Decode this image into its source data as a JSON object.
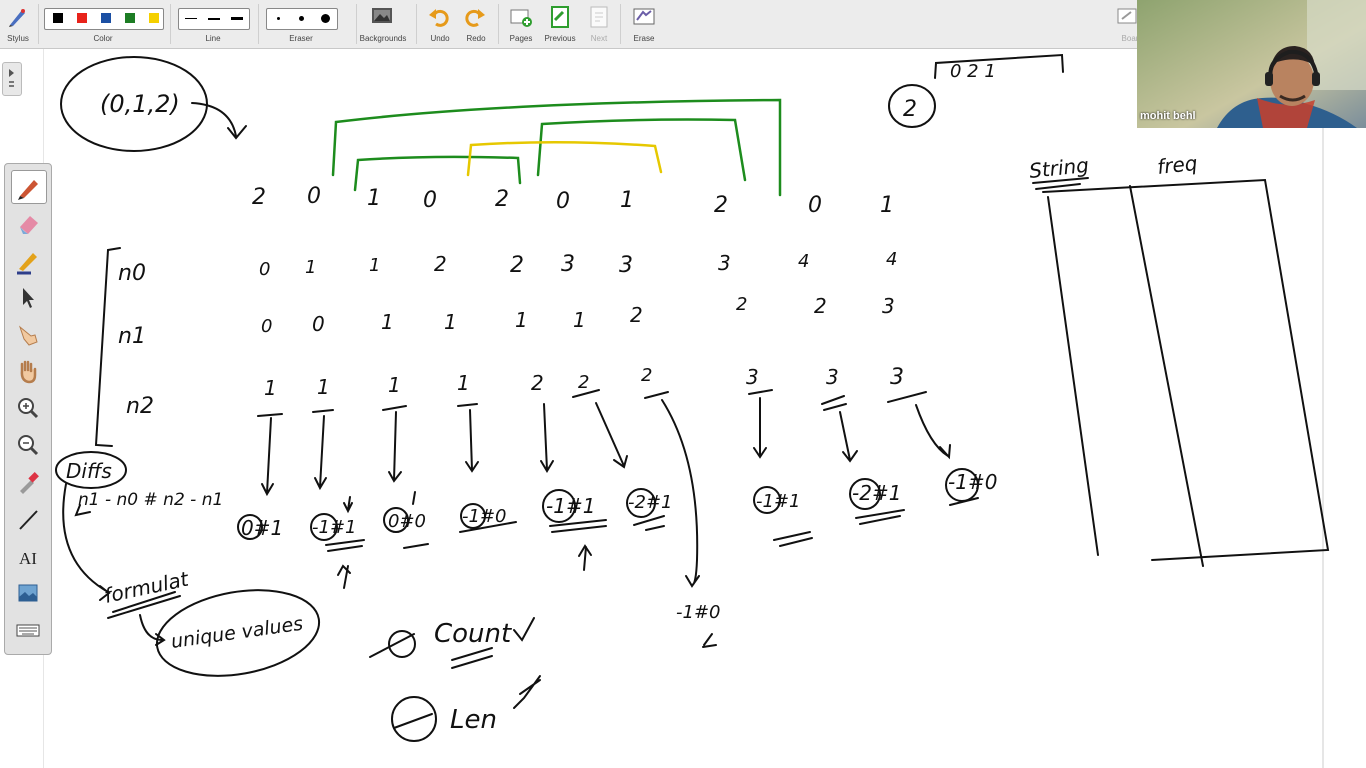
{
  "toolbar": {
    "stylus": "Stylus",
    "color": "Color",
    "line": "Line",
    "eraser": "Eraser",
    "backgrounds": "Backgrounds",
    "undo": "Undo",
    "redo": "Redo",
    "pages": "Pages",
    "previous": "Previous",
    "next": "Next",
    "erase": "Erase",
    "board": "Boar",
    "colors": [
      "#000000",
      "#e8231b",
      "#1b4fa3",
      "#1d7d24",
      "#f5d000"
    ]
  },
  "side_tools": [
    "pen-icon",
    "eraser-icon",
    "highlighter-icon",
    "select-arrow-icon",
    "pointer-hand-icon",
    "pan-hand-icon",
    "zoom-in-icon",
    "zoom-out-icon",
    "pipette-icon",
    "line-tool-icon",
    "text-tool-icon",
    "image-icon",
    "keyboard-icon"
  ],
  "board": {
    "set_bubble": "(0,1,2)",
    "top_right_box": "0 2 1",
    "circled_k": "2",
    "sequence": [
      "2",
      "0",
      "1",
      "0",
      "2",
      "0",
      "1",
      "2",
      "0",
      "1"
    ],
    "row_labels": [
      "n0",
      "n1",
      "n2"
    ],
    "n0": [
      "0",
      "1",
      "1",
      "2",
      "2",
      "3",
      "3",
      "3",
      "4",
      "4"
    ],
    "n1": [
      "0",
      "0",
      "1",
      "1",
      "1",
      "1",
      "2",
      "2",
      "2",
      "3"
    ],
    "n2": [
      "1",
      "1",
      "1",
      "1",
      "2",
      "2",
      "2",
      "3",
      "3",
      "3"
    ],
    "diff_label": "Diffs",
    "diff_formula": "n1 - n0 # n2 - n1",
    "keys": [
      "0#1",
      "-1#1",
      "0#0",
      "-1#0",
      "-1#1",
      "-2#1",
      "-1#1",
      "-2#1",
      "-1#0"
    ],
    "side_key": "-1#0",
    "formulat": "formulat",
    "unique_values": "unique values",
    "count": "Count",
    "len": "Len",
    "hm_headers": [
      "String",
      "freq"
    ]
  },
  "video": {
    "name": "mohit behl"
  }
}
